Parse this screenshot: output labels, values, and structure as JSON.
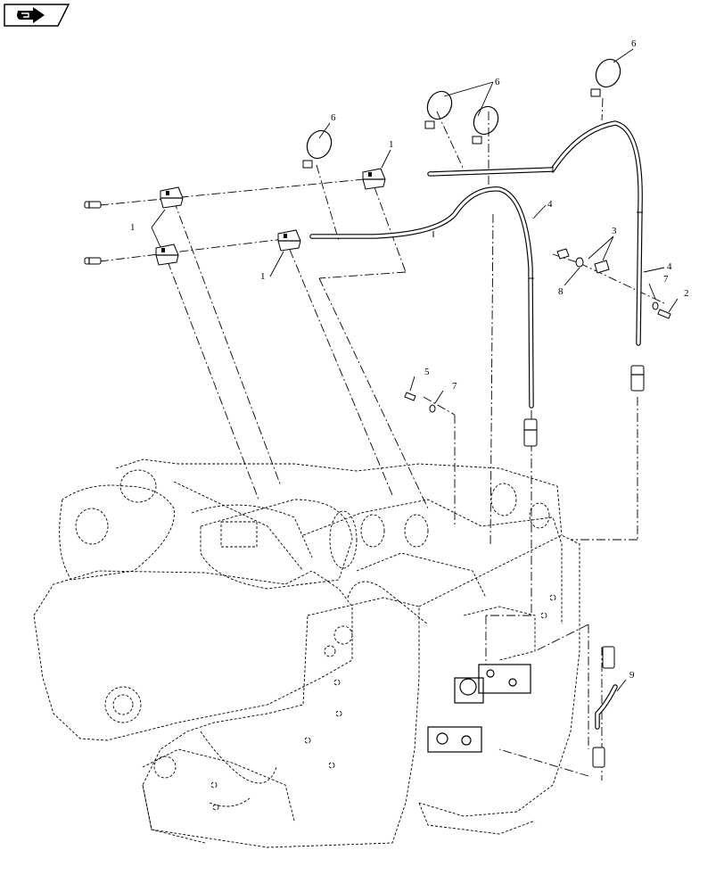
{
  "nav": {
    "icon": "next-page-arrow-icon"
  },
  "callouts": {
    "c1a": "1",
    "c1b": "1",
    "c1c": "1",
    "c2": "2",
    "c3": "3",
    "c4a": "4",
    "c4b": "4",
    "c5": "5",
    "c6a": "6",
    "c6b": "6",
    "c6c": "6",
    "c7a": "7",
    "c7b": "7",
    "c8": "8",
    "c9": "9"
  }
}
